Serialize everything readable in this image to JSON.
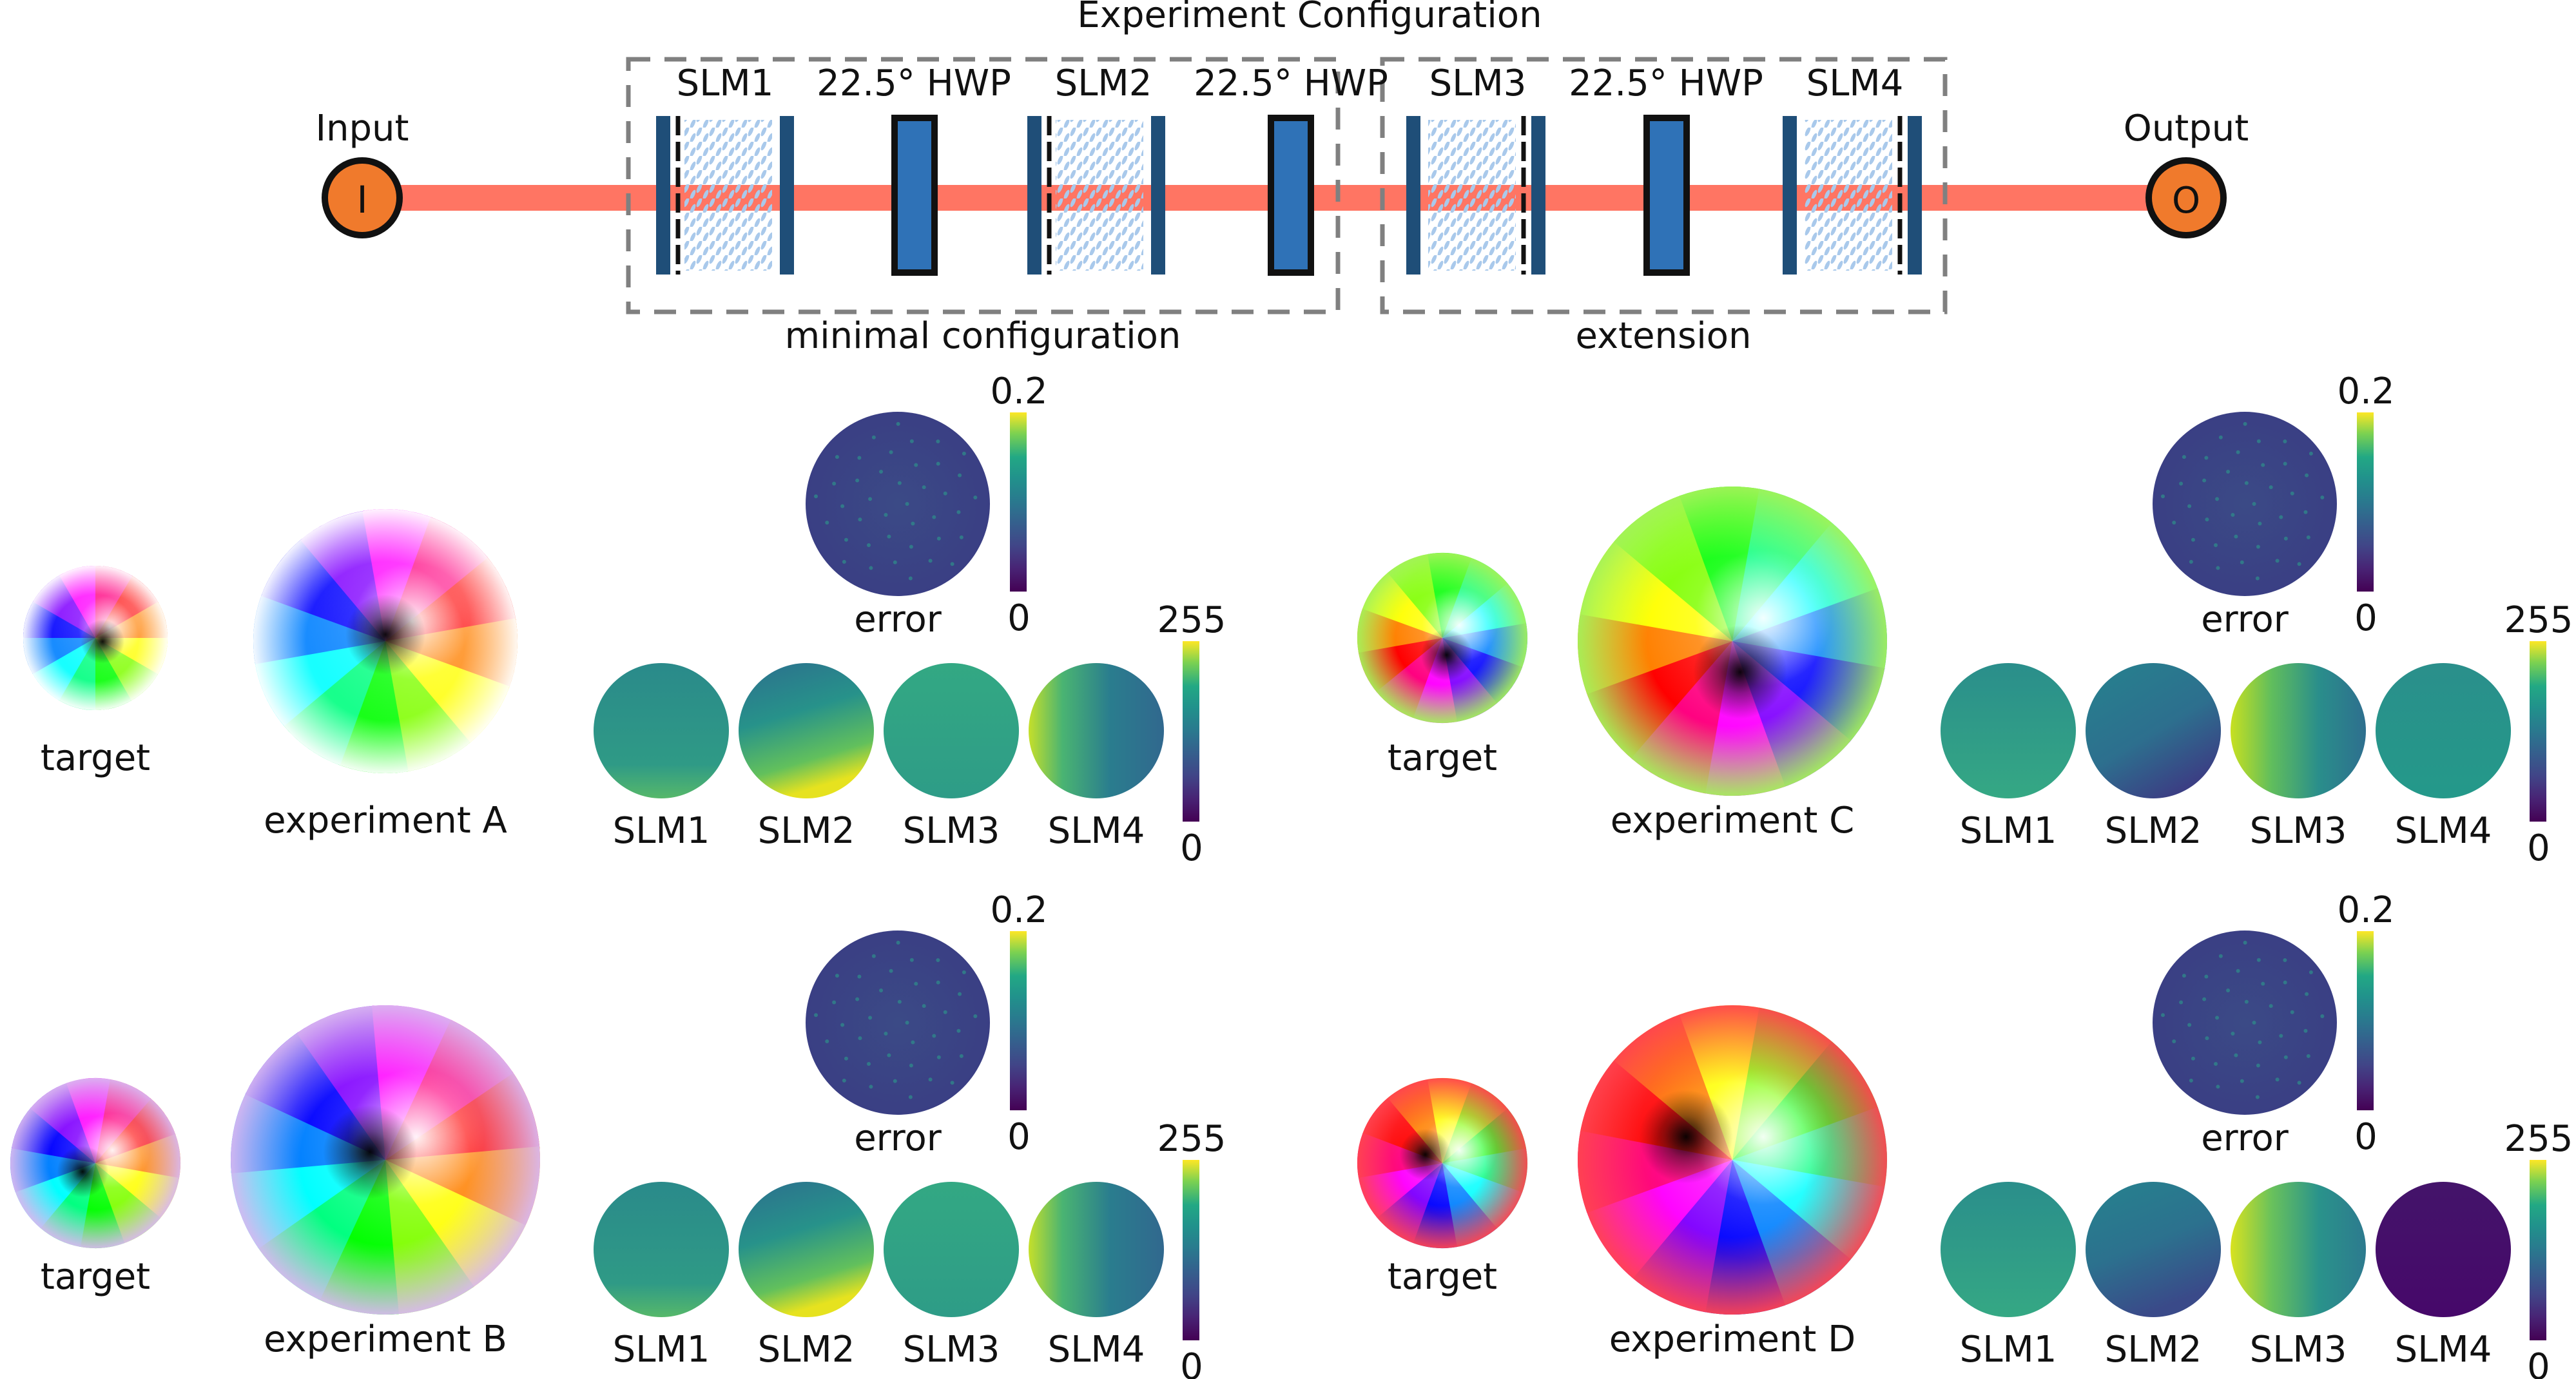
{
  "setup": {
    "title": "Experiment Configuration",
    "input_label": "Input",
    "input_symbol": "I",
    "output_label": "Output",
    "output_symbol": "O",
    "components": [
      "SLM1",
      "22.5° HWP",
      "SLM2",
      "22.5° HWP",
      "SLM3",
      "22.5° HWP",
      "SLM4"
    ],
    "group_minimal": "minimal configuration",
    "group_extension": "extension",
    "colors": {
      "beam": "#ff7563",
      "node_fill": "#f07a2c",
      "optic_blue": "#2f72b7",
      "optic_dark": "#1f4e78",
      "crystal": "#a9c9eb",
      "dashed_box": "#808080"
    }
  },
  "panels": [
    {
      "id": "A",
      "target_label": "target",
      "experiment_label": "experiment A",
      "error_label": "error",
      "slm_labels": [
        "SLM1",
        "SLM2",
        "SLM3",
        "SLM4"
      ],
      "error_scale": {
        "max": "0.2",
        "min": "0"
      },
      "slm_scale": {
        "max": "255",
        "min": "0"
      }
    },
    {
      "id": "C",
      "target_label": "target",
      "experiment_label": "experiment C",
      "error_label": "error",
      "slm_labels": [
        "SLM1",
        "SLM2",
        "SLM3",
        "SLM4"
      ],
      "error_scale": {
        "max": "0.2",
        "min": "0"
      },
      "slm_scale": {
        "max": "255",
        "min": "0"
      }
    },
    {
      "id": "B",
      "target_label": "target",
      "experiment_label": "experiment B",
      "error_label": "error",
      "slm_labels": [
        "SLM1",
        "SLM2",
        "SLM3",
        "SLM4"
      ],
      "error_scale": {
        "max": "0.2",
        "min": "0"
      },
      "slm_scale": {
        "max": "255",
        "min": "0"
      }
    },
    {
      "id": "D",
      "target_label": "target",
      "experiment_label": "experiment D",
      "error_label": "error",
      "slm_labels": [
        "SLM1",
        "SLM2",
        "SLM3",
        "SLM4"
      ],
      "error_scale": {
        "max": "0.2",
        "min": "0"
      },
      "slm_scale": {
        "max": "255",
        "min": "0"
      }
    }
  ],
  "colormap": {
    "name": "viridis",
    "low": "#440154",
    "mid": "#21918c",
    "high": "#fde725"
  }
}
